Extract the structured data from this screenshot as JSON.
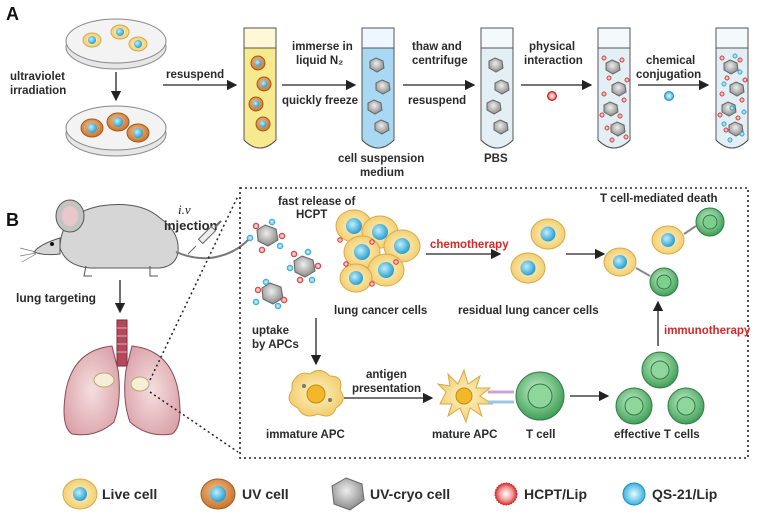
{
  "panel_a": {
    "label": "A",
    "uv_irradiation": [
      "ultraviolet",
      "irradiation"
    ],
    "resuspend": "resuspend",
    "immerse": [
      "immerse in",
      "liquid N₂"
    ],
    "quick_freeze": "quickly freeze",
    "thaw": [
      "thaw and",
      "centrifuge"
    ],
    "resuspend2": "resuspend",
    "medium": [
      "cell suspension",
      "medium"
    ],
    "pbs": "PBS",
    "physical": [
      "physical",
      "interaction"
    ],
    "chemical": [
      "chemical",
      "conjugation"
    ]
  },
  "panel_b": {
    "label": "B",
    "iv_route": "i.v",
    "injection": "injection",
    "lung_targeting": "lung targeting",
    "fast_release": [
      "fast release of",
      "HCPT"
    ],
    "lung_cancer_cells": "lung cancer cells",
    "chemotherapy": "chemotherapy",
    "residual": "residual lung cancer cells",
    "tcell_death": "T cell-mediated death",
    "uptake": [
      "uptake",
      "by APCs"
    ],
    "antigen": [
      "antigen",
      "presentation"
    ],
    "immunotherapy": "immunotherapy",
    "immature_apc": "immature APC",
    "mature_apc": "mature APC",
    "t_cell": "T cell",
    "effective_t": "effective T cells"
  },
  "legend": {
    "live": "Live cell",
    "uv": "UV cell",
    "cryo": "UV-cryo cell",
    "hcpt": "HCPT/Lip",
    "qs21": "QS-21/Lip"
  },
  "colors": {
    "live_cell": "#f6d98a",
    "nucleus": "#4fb3d9",
    "uv_cell": "#d8883a",
    "cryo_cell": "#a8a8a8",
    "hcpt": "#e03a3a",
    "qs21": "#5bc0e8",
    "t_cell": "#66bb78",
    "highlight": "#d62828"
  }
}
